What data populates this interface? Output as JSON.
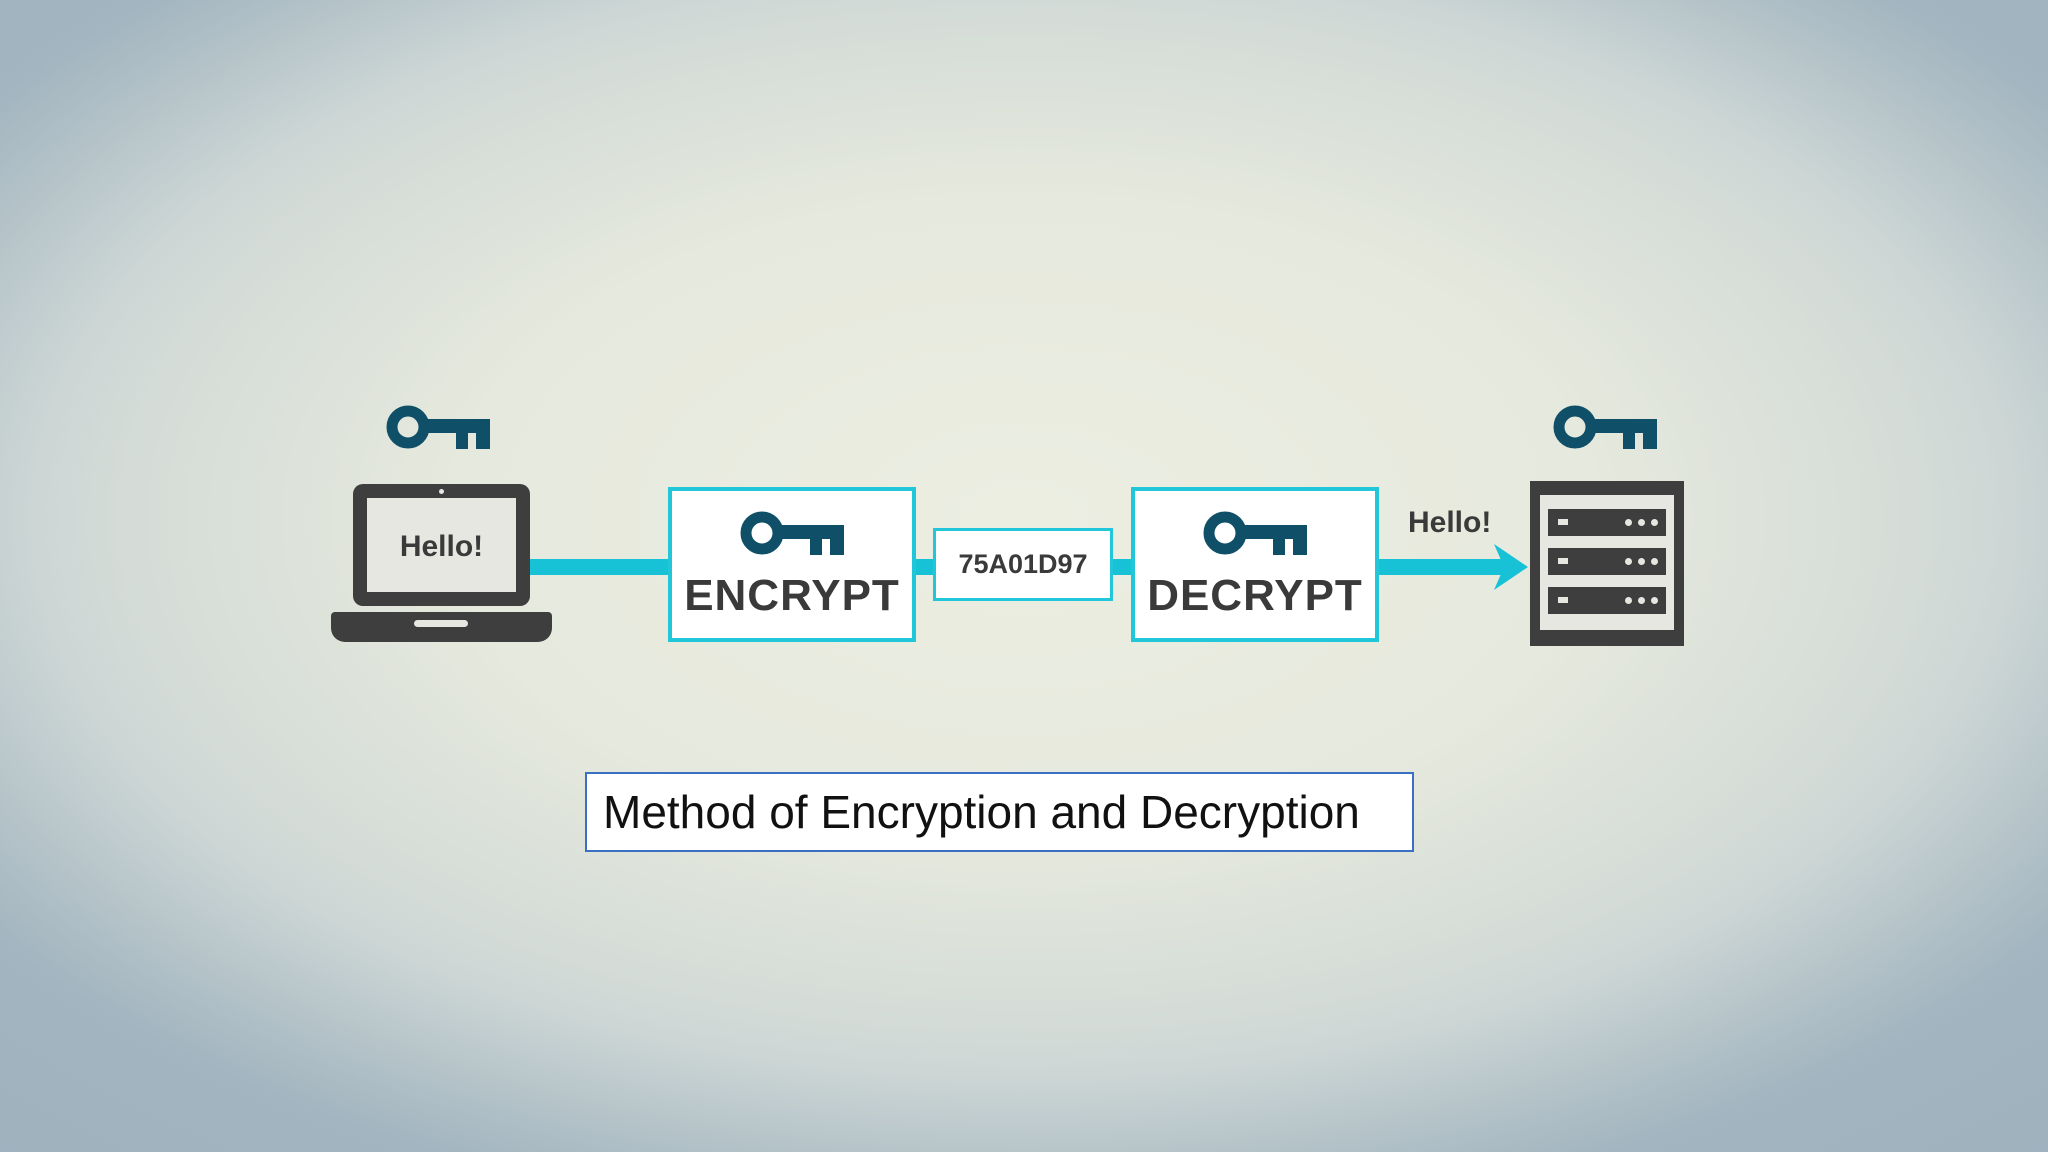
{
  "diagram": {
    "sender": {
      "screen_text": "Hello!"
    },
    "steps": [
      {
        "label": "ENCRYPT"
      },
      {
        "label": "DECRYPT"
      }
    ],
    "ciphertext": "75A01D97",
    "output_text": "Hello!",
    "caption": "Method of Encryption and Decryption"
  },
  "colors": {
    "accent": "#22c6d9",
    "key": "#0f5068",
    "device": "#3e3e3e",
    "caption_border": "#3b6fc4"
  },
  "icons": [
    "key-icon",
    "laptop-icon",
    "server-icon",
    "arrow-right-icon"
  ]
}
